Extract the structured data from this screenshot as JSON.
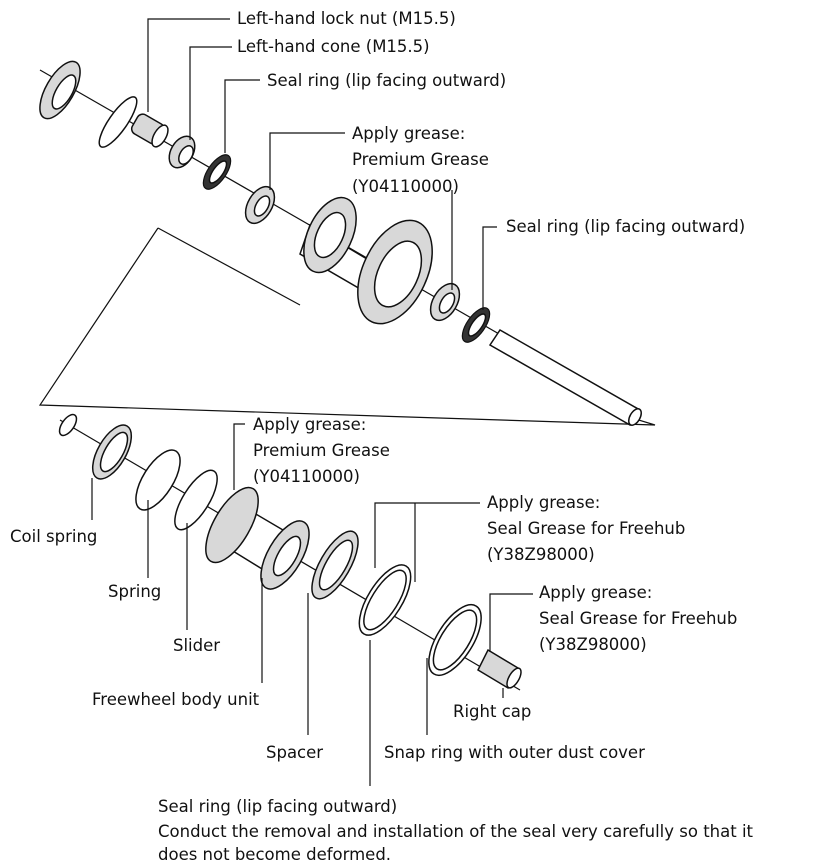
{
  "labels": {
    "lh_lock_nut": "Left-hand lock nut (M15.5)",
    "lh_cone": "Left-hand cone (M15.5)",
    "seal_ring_top": "Seal ring (lip facing outward)",
    "grease_upper_1": "Apply grease:",
    "grease_upper_2": "Premium Grease",
    "grease_upper_3": "(Y04110000)",
    "seal_ring_right": "Seal ring (lip facing outward)",
    "grease_mid_1": "Apply grease:",
    "grease_mid_2": "Premium Grease",
    "grease_mid_3": "(Y04110000)",
    "grease_seal_1": "Apply grease:",
    "grease_seal_2": "Seal Grease for Freehub",
    "grease_seal_3": "(Y38Z98000)",
    "grease_cap_1": "Apply grease:",
    "grease_cap_2": "Seal Grease for Freehub",
    "grease_cap_3": "(Y38Z98000)",
    "coil_spring": "Coil spring",
    "spring": "Spring",
    "slider": "Slider",
    "freewheel_body": "Freewheel body unit",
    "right_cap": "Right cap",
    "spacer": "Spacer",
    "snap_ring": "Snap ring with outer dust cover",
    "seal_ring_bottom": "Seal ring (lip facing outward)",
    "note_1": "Conduct the removal and installation of the seal very carefully so that it",
    "note_2": "does not become deformed."
  }
}
